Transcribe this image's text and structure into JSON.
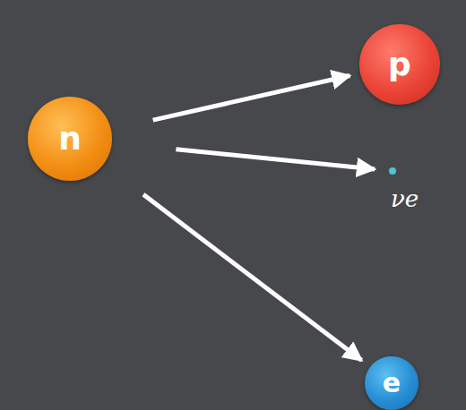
{
  "diagram": {
    "nodes": [
      {
        "text": [
          "n"
        ]
      },
      {
        "text": [
          "p"
        ]
      },
      {
        "text": [
          "νe"
        ]
      },
      {
        "text": [
          "e"
        ]
      }
    ],
    "edges": [
      {
        "from": 0,
        "to": 1,
        "arrow": "to"
      },
      {
        "from": 0,
        "to": 2,
        "arrow": "to"
      },
      {
        "from": 0,
        "to": 3,
        "arrow": "to"
      }
    ]
  }
}
